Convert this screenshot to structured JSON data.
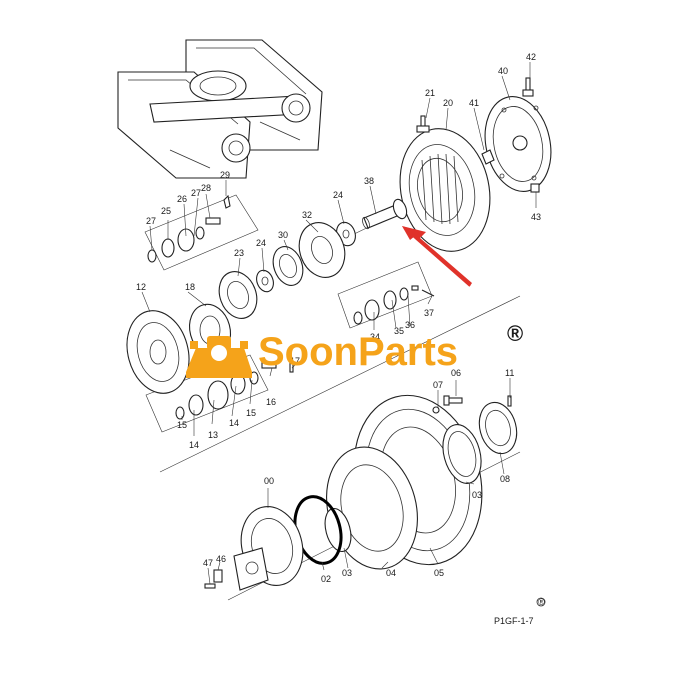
{
  "brand": {
    "name": "SoonParts",
    "registered_mark": "®",
    "color": "#f5a31a"
  },
  "figure": {
    "code": "P1GF-1-7",
    "registered_mark": "®",
    "arrow_color": "#e0322a"
  },
  "labels": [
    {
      "id": "42",
      "text": "42"
    },
    {
      "id": "40",
      "text": "40"
    },
    {
      "id": "41",
      "text": "41"
    },
    {
      "id": "21",
      "text": "21"
    },
    {
      "id": "20",
      "text": "20"
    },
    {
      "id": "43",
      "text": "43"
    },
    {
      "id": "38",
      "text": "38"
    },
    {
      "id": "24a",
      "text": "24"
    },
    {
      "id": "32",
      "text": "32"
    },
    {
      "id": "30",
      "text": "30"
    },
    {
      "id": "24b",
      "text": "24"
    },
    {
      "id": "23",
      "text": "23"
    },
    {
      "id": "29",
      "text": "29"
    },
    {
      "id": "28",
      "text": "28"
    },
    {
      "id": "27a",
      "text": "27"
    },
    {
      "id": "26",
      "text": "26"
    },
    {
      "id": "25",
      "text": "25"
    },
    {
      "id": "27b",
      "text": "27"
    },
    {
      "id": "18",
      "text": "18"
    },
    {
      "id": "12",
      "text": "12"
    },
    {
      "id": "37",
      "text": "37"
    },
    {
      "id": "36",
      "text": "36"
    },
    {
      "id": "35",
      "text": "35"
    },
    {
      "id": "34",
      "text": "34"
    },
    {
      "id": "17",
      "text": "17"
    },
    {
      "id": "16",
      "text": "16"
    },
    {
      "id": "15a",
      "text": "15"
    },
    {
      "id": "14a",
      "text": "14"
    },
    {
      "id": "13",
      "text": "13"
    },
    {
      "id": "14b",
      "text": "14"
    },
    {
      "id": "15b",
      "text": "15"
    },
    {
      "id": "11",
      "text": "11"
    },
    {
      "id": "06",
      "text": "06"
    },
    {
      "id": "07",
      "text": "07"
    },
    {
      "id": "08",
      "text": "08"
    },
    {
      "id": "03a",
      "text": "03"
    },
    {
      "id": "00",
      "text": "00"
    },
    {
      "id": "05",
      "text": "05"
    },
    {
      "id": "04",
      "text": "04"
    },
    {
      "id": "03b",
      "text": "03"
    },
    {
      "id": "02",
      "text": "02"
    },
    {
      "id": "46",
      "text": "46"
    },
    {
      "id": "47",
      "text": "47"
    }
  ]
}
